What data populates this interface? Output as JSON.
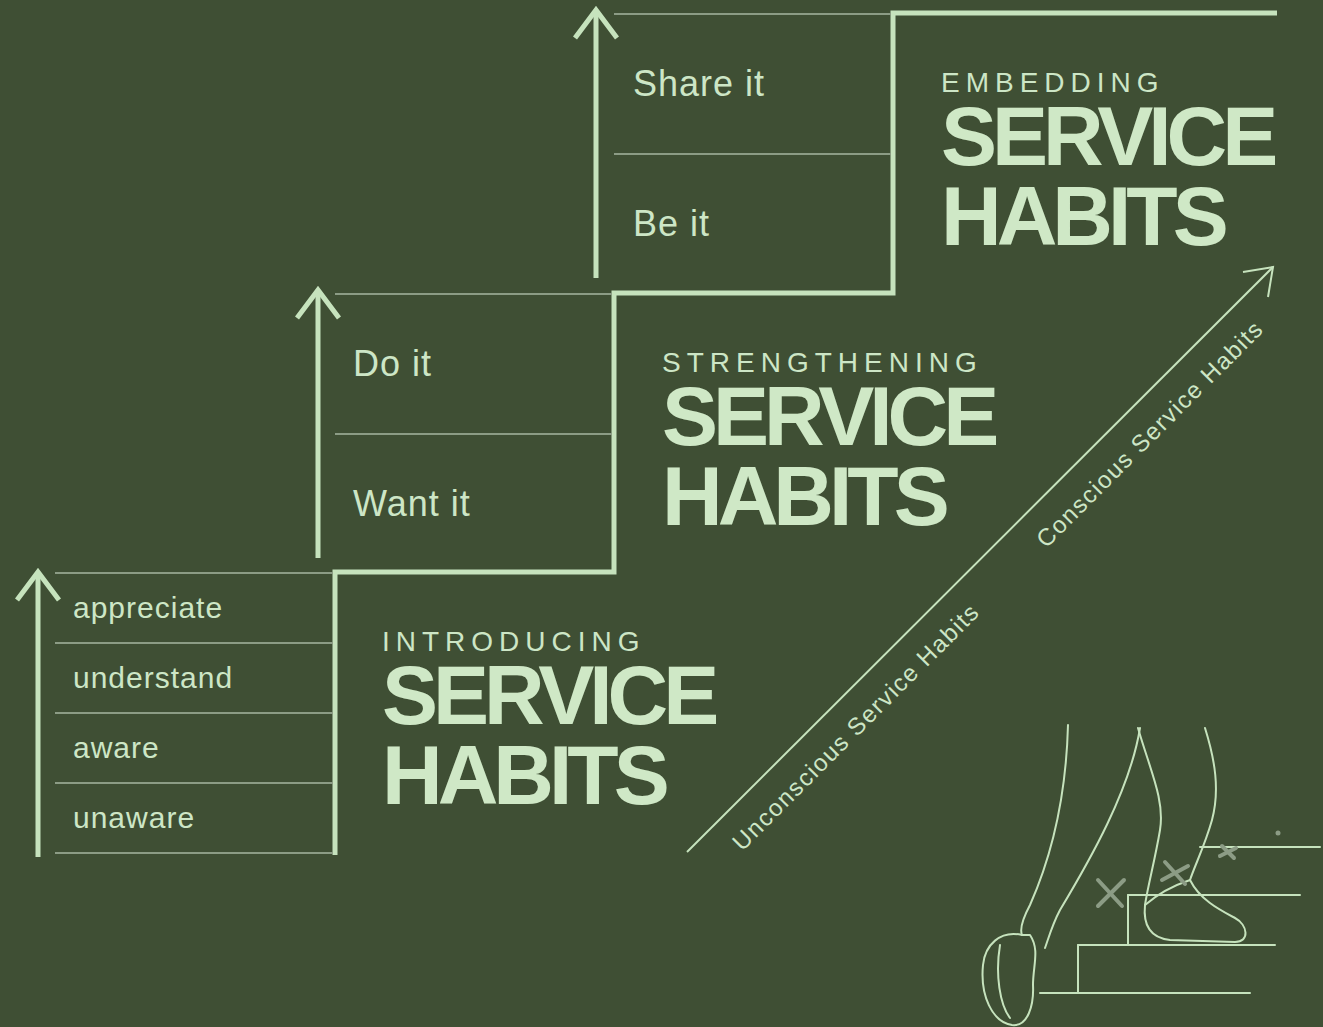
{
  "diagram": {
    "nodes": [
      {
        "text": [
          "INTRODUCING",
          "SERVICE HABITS"
        ]
      },
      {
        "text": [
          "appreciate"
        ],
        "in": 0
      },
      {
        "text": [
          "understand"
        ],
        "in": 0
      },
      {
        "text": [
          "aware"
        ],
        "in": 0
      },
      {
        "text": [
          "unaware"
        ],
        "in": 0
      },
      {
        "text": [
          "STRENGTHENING",
          "SERVICE HABITS"
        ]
      },
      {
        "text": [
          "Do it"
        ],
        "in": 5
      },
      {
        "text": [
          "Want it"
        ],
        "in": 5
      },
      {
        "text": [
          "EMBEDDING",
          "SERVICE HABITS"
        ]
      },
      {
        "text": [
          "Share it"
        ],
        "in": 8
      },
      {
        "text": [
          "Be it"
        ],
        "in": 8
      }
    ],
    "labels": [
      "Unconscious Service Habits",
      "Conscious Service Habits"
    ]
  }
}
